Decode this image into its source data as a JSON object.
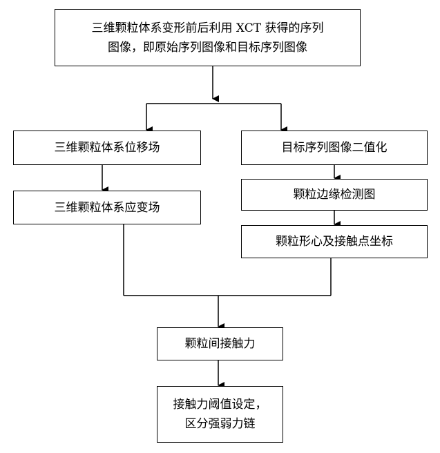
{
  "nodes": {
    "top": {
      "line1": "三维颗粒体系变形前后利用 XCT 获得的序列",
      "line2": "图像，即原始序列图像和目标序列图像"
    },
    "displacement": "三维颗粒体系位移场",
    "strain": "三维颗粒体系应变场",
    "binarize": "目标序列图像二值化",
    "edge": "颗粒边缘检测图",
    "centroid": "颗粒形心及接触点坐标",
    "contact_force": "颗粒间接触力",
    "final": {
      "line1": "接触力阈值设定，",
      "line2": "区分强弱力链"
    }
  }
}
